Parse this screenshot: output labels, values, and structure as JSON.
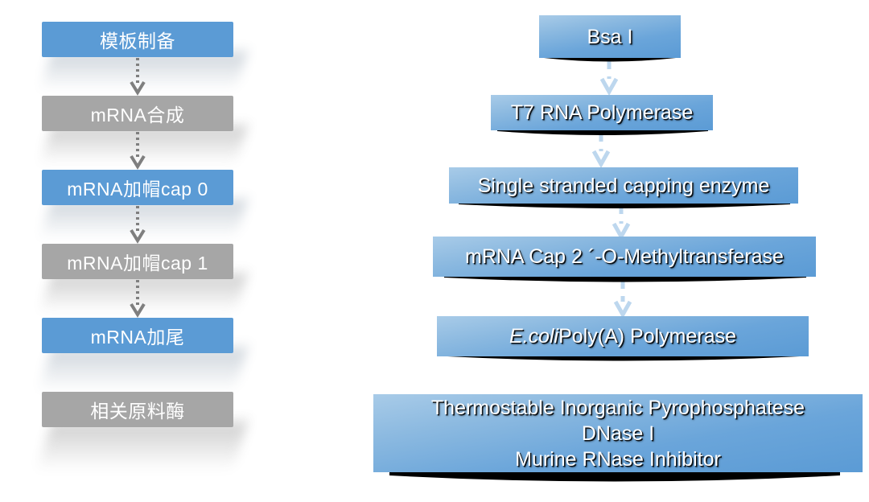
{
  "diagram": {
    "title": "mRNA synthesis workflow and related raw-material enzymes",
    "colors": {
      "blue_flat": "#5b9bd5",
      "gray_flat": "#a6a6a6",
      "right_gradient_light": "#a8cbe8",
      "right_gradient_dark": "#5b9bd5",
      "left_arrow": "#7f7f7f",
      "right_arrow": "#bdd7ee",
      "shadow": "#000000",
      "text_left": "#ffffff",
      "text_right": "#ffffff",
      "background": "#ffffff"
    },
    "left_column": {
      "name": "process-steps",
      "steps": [
        {
          "label": "模板制备",
          "style": "blue",
          "has_arrow_below": true
        },
        {
          "label": "mRNA合成",
          "style": "gray",
          "has_arrow_below": true
        },
        {
          "label": "mRNA加帽cap 0",
          "style": "blue",
          "has_arrow_below": true
        },
        {
          "label": "mRNA加帽cap 1",
          "style": "gray",
          "has_arrow_below": true
        },
        {
          "label": "mRNA加尾",
          "style": "blue",
          "has_arrow_below": false
        },
        {
          "label": "相关原料酶",
          "style": "gray",
          "has_arrow_below": false
        }
      ]
    },
    "right_column": {
      "name": "enzyme-list",
      "items": [
        {
          "label": "Bsa I",
          "lines": [
            "Bsa I"
          ],
          "has_arrow_below": true
        },
        {
          "label": "T7 RNA Polymerase",
          "lines": [
            "T7 RNA Polymerase"
          ],
          "has_arrow_below": true
        },
        {
          "label": "Single stranded capping enzyme",
          "lines": [
            "Single stranded capping enzyme"
          ],
          "has_arrow_below": true
        },
        {
          "label": "mRNA Cap 2 ´-O-Methyltransferase",
          "lines": [
            "mRNA Cap 2 ´-O-Methyltransferase"
          ],
          "has_arrow_below": true
        },
        {
          "label": "E.coli Poly(A) Polymerase",
          "italic_prefix": "E.coli",
          "rest": " Poly(A) Polymerase",
          "has_arrow_below": false
        },
        {
          "label": "Thermostable Inorganic Pyrophosphatese / DNase I / Murine RNase Inhibitor",
          "lines": [
            "Thermostable Inorganic Pyrophosphatese",
            "DNase I",
            "Murine RNase Inhibitor"
          ],
          "has_arrow_below": false
        }
      ]
    }
  }
}
